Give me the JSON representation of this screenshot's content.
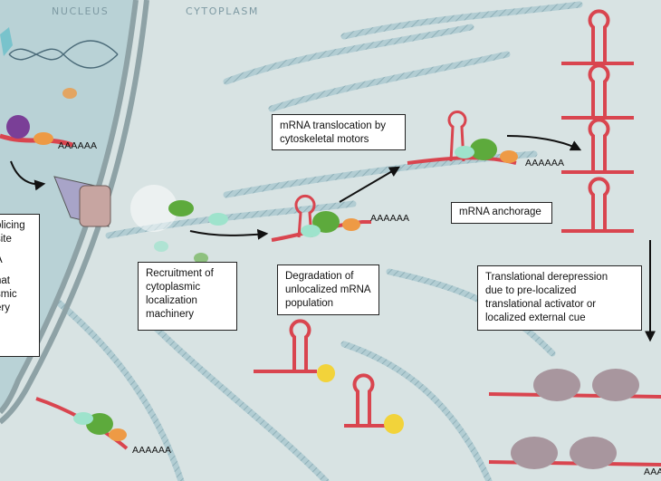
{
  "regions": {
    "nucleus": "NUCLEUS",
    "cytoplasm": "CYTOPLASM"
  },
  "polya_tail": "AAAAAA",
  "polya_tail_edge": "AAA",
  "callouts": {
    "nuclear_partial": [
      "plicing",
      "site",
      "A",
      "hat",
      "smic",
      "ery"
    ],
    "recruitment": [
      "Recruitment of",
      "cytoplasmic",
      "localization",
      "machinery"
    ],
    "translocation": [
      "mRNA translocation by",
      "cytoskeletal motors"
    ],
    "degradation": [
      "Degradation of",
      "unlocalized mRNA",
      "population"
    ],
    "anchorage": [
      "mRNA anchorage"
    ],
    "derepression": [
      "Translational derepression",
      "due to pre-localized",
      "translational activator or",
      "localized external cue"
    ]
  },
  "colors": {
    "nucleus_fill": "#b9d2d6",
    "cytoplasm_bg": "#d8e3e3",
    "membrane": "#8ea2a6",
    "mrna": "#d9454f",
    "ribosome": "#a8969e",
    "rbp_green": "#5daa3c",
    "rbp_mint": "#9ee3cc",
    "rbp_purple": "#7a3f97",
    "rbp_orange": "#ee9a45",
    "degradation_enzyme": "#f2d33a",
    "cytoskeleton": "#9fbec5"
  }
}
